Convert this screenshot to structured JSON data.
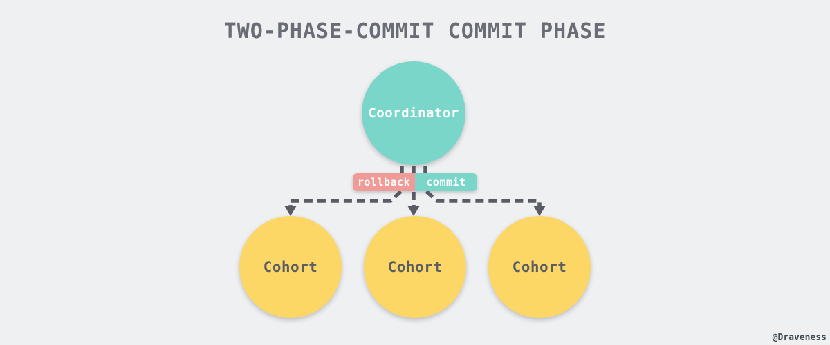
{
  "title": "TWO-PHASE-COMMIT COMMIT PHASE",
  "watermark": "@Draveness",
  "nodes": {
    "coordinator": {
      "label": "Coordinator"
    },
    "cohorts": [
      {
        "label": "Cohort"
      },
      {
        "label": "Cohort"
      },
      {
        "label": "Cohort"
      }
    ]
  },
  "edge_labels": {
    "rollback": "rollback",
    "commit": "commit"
  },
  "colors": {
    "background": "#eff0f2",
    "title_gray": "#6a6d75",
    "accent_teal": "#79d6c9",
    "accent_yellow": "#fcd765",
    "accent_pink": "#ef9b97",
    "arrow_gray": "#595c64",
    "node_text_dark": "#5a5d66",
    "watermark_gray": "#3e4a54"
  }
}
